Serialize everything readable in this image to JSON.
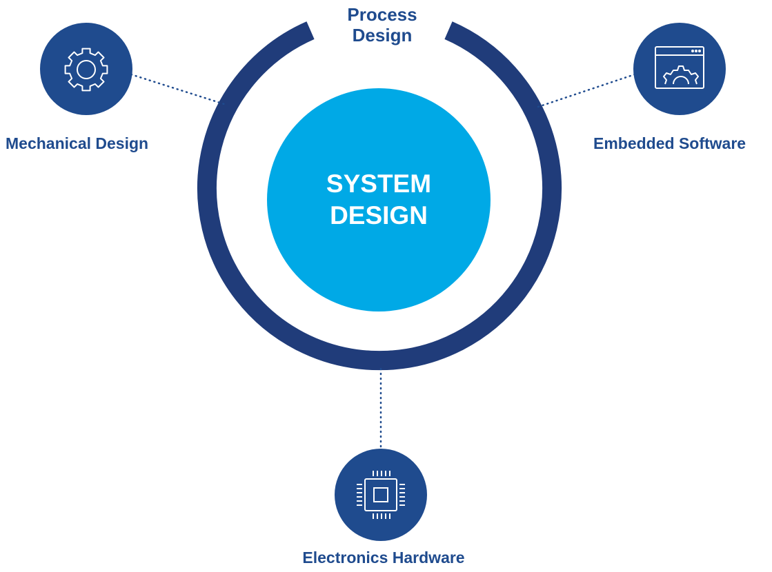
{
  "core": {
    "line1": "SYSTEM",
    "line2": "DESIGN"
  },
  "ring_label": {
    "line1": "Process",
    "line2": "Design"
  },
  "nodes": [
    {
      "label": "Mechanical Design",
      "icon": "gear-icon"
    },
    {
      "label": "Embedded Software",
      "icon": "browser-gear-icon"
    },
    {
      "label": "Electronics Hardware",
      "icon": "chip-icon"
    }
  ],
  "colors": {
    "ring": "#203c7a",
    "core": "#00a9e6",
    "node": "#1f4b8e",
    "label": "#1f4b8e",
    "icon_stroke": "#ffffff"
  }
}
